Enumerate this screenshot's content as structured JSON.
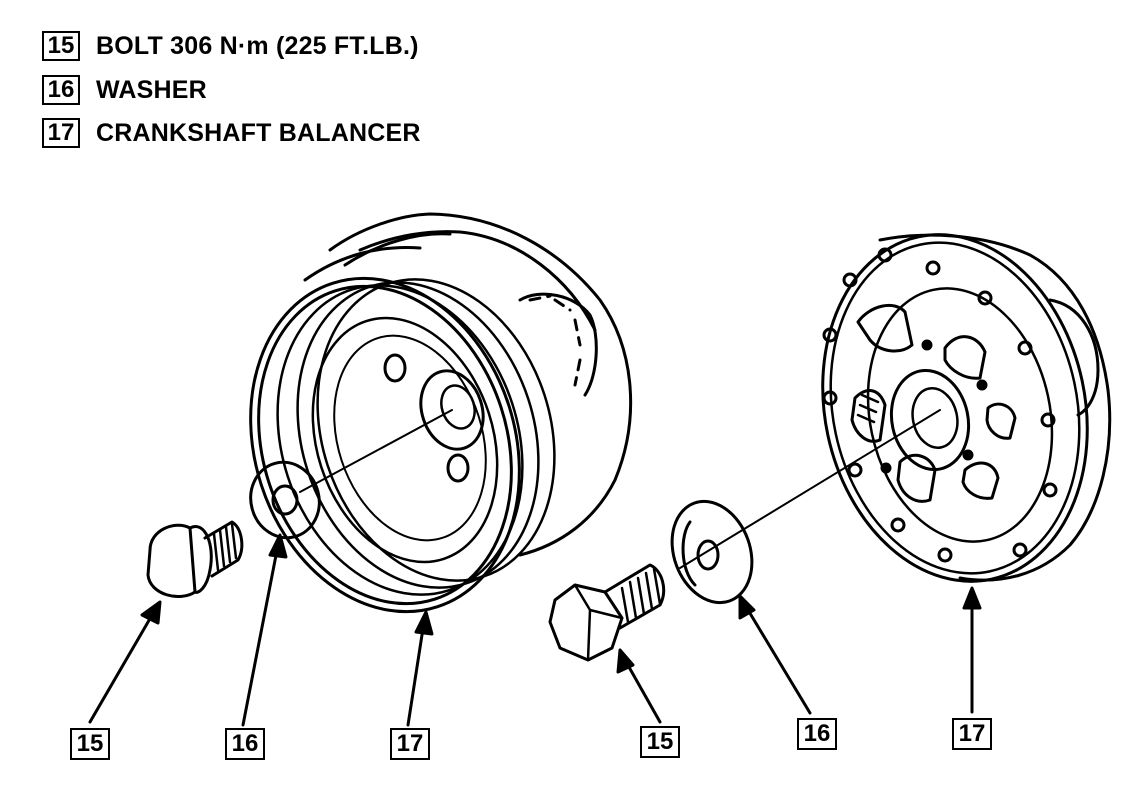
{
  "legend": [
    {
      "num": "15",
      "text": "BOLT 306 N·m (225 FT.LB.)"
    },
    {
      "num": "16",
      "text": "WASHER"
    },
    {
      "num": "17",
      "text": "CRANKSHAFT BALANCER"
    }
  ],
  "callouts": {
    "left_bolt": "15",
    "left_washer": "16",
    "left_balancer": "17",
    "right_bolt": "15",
    "right_washer": "16",
    "right_balancer": "17"
  }
}
